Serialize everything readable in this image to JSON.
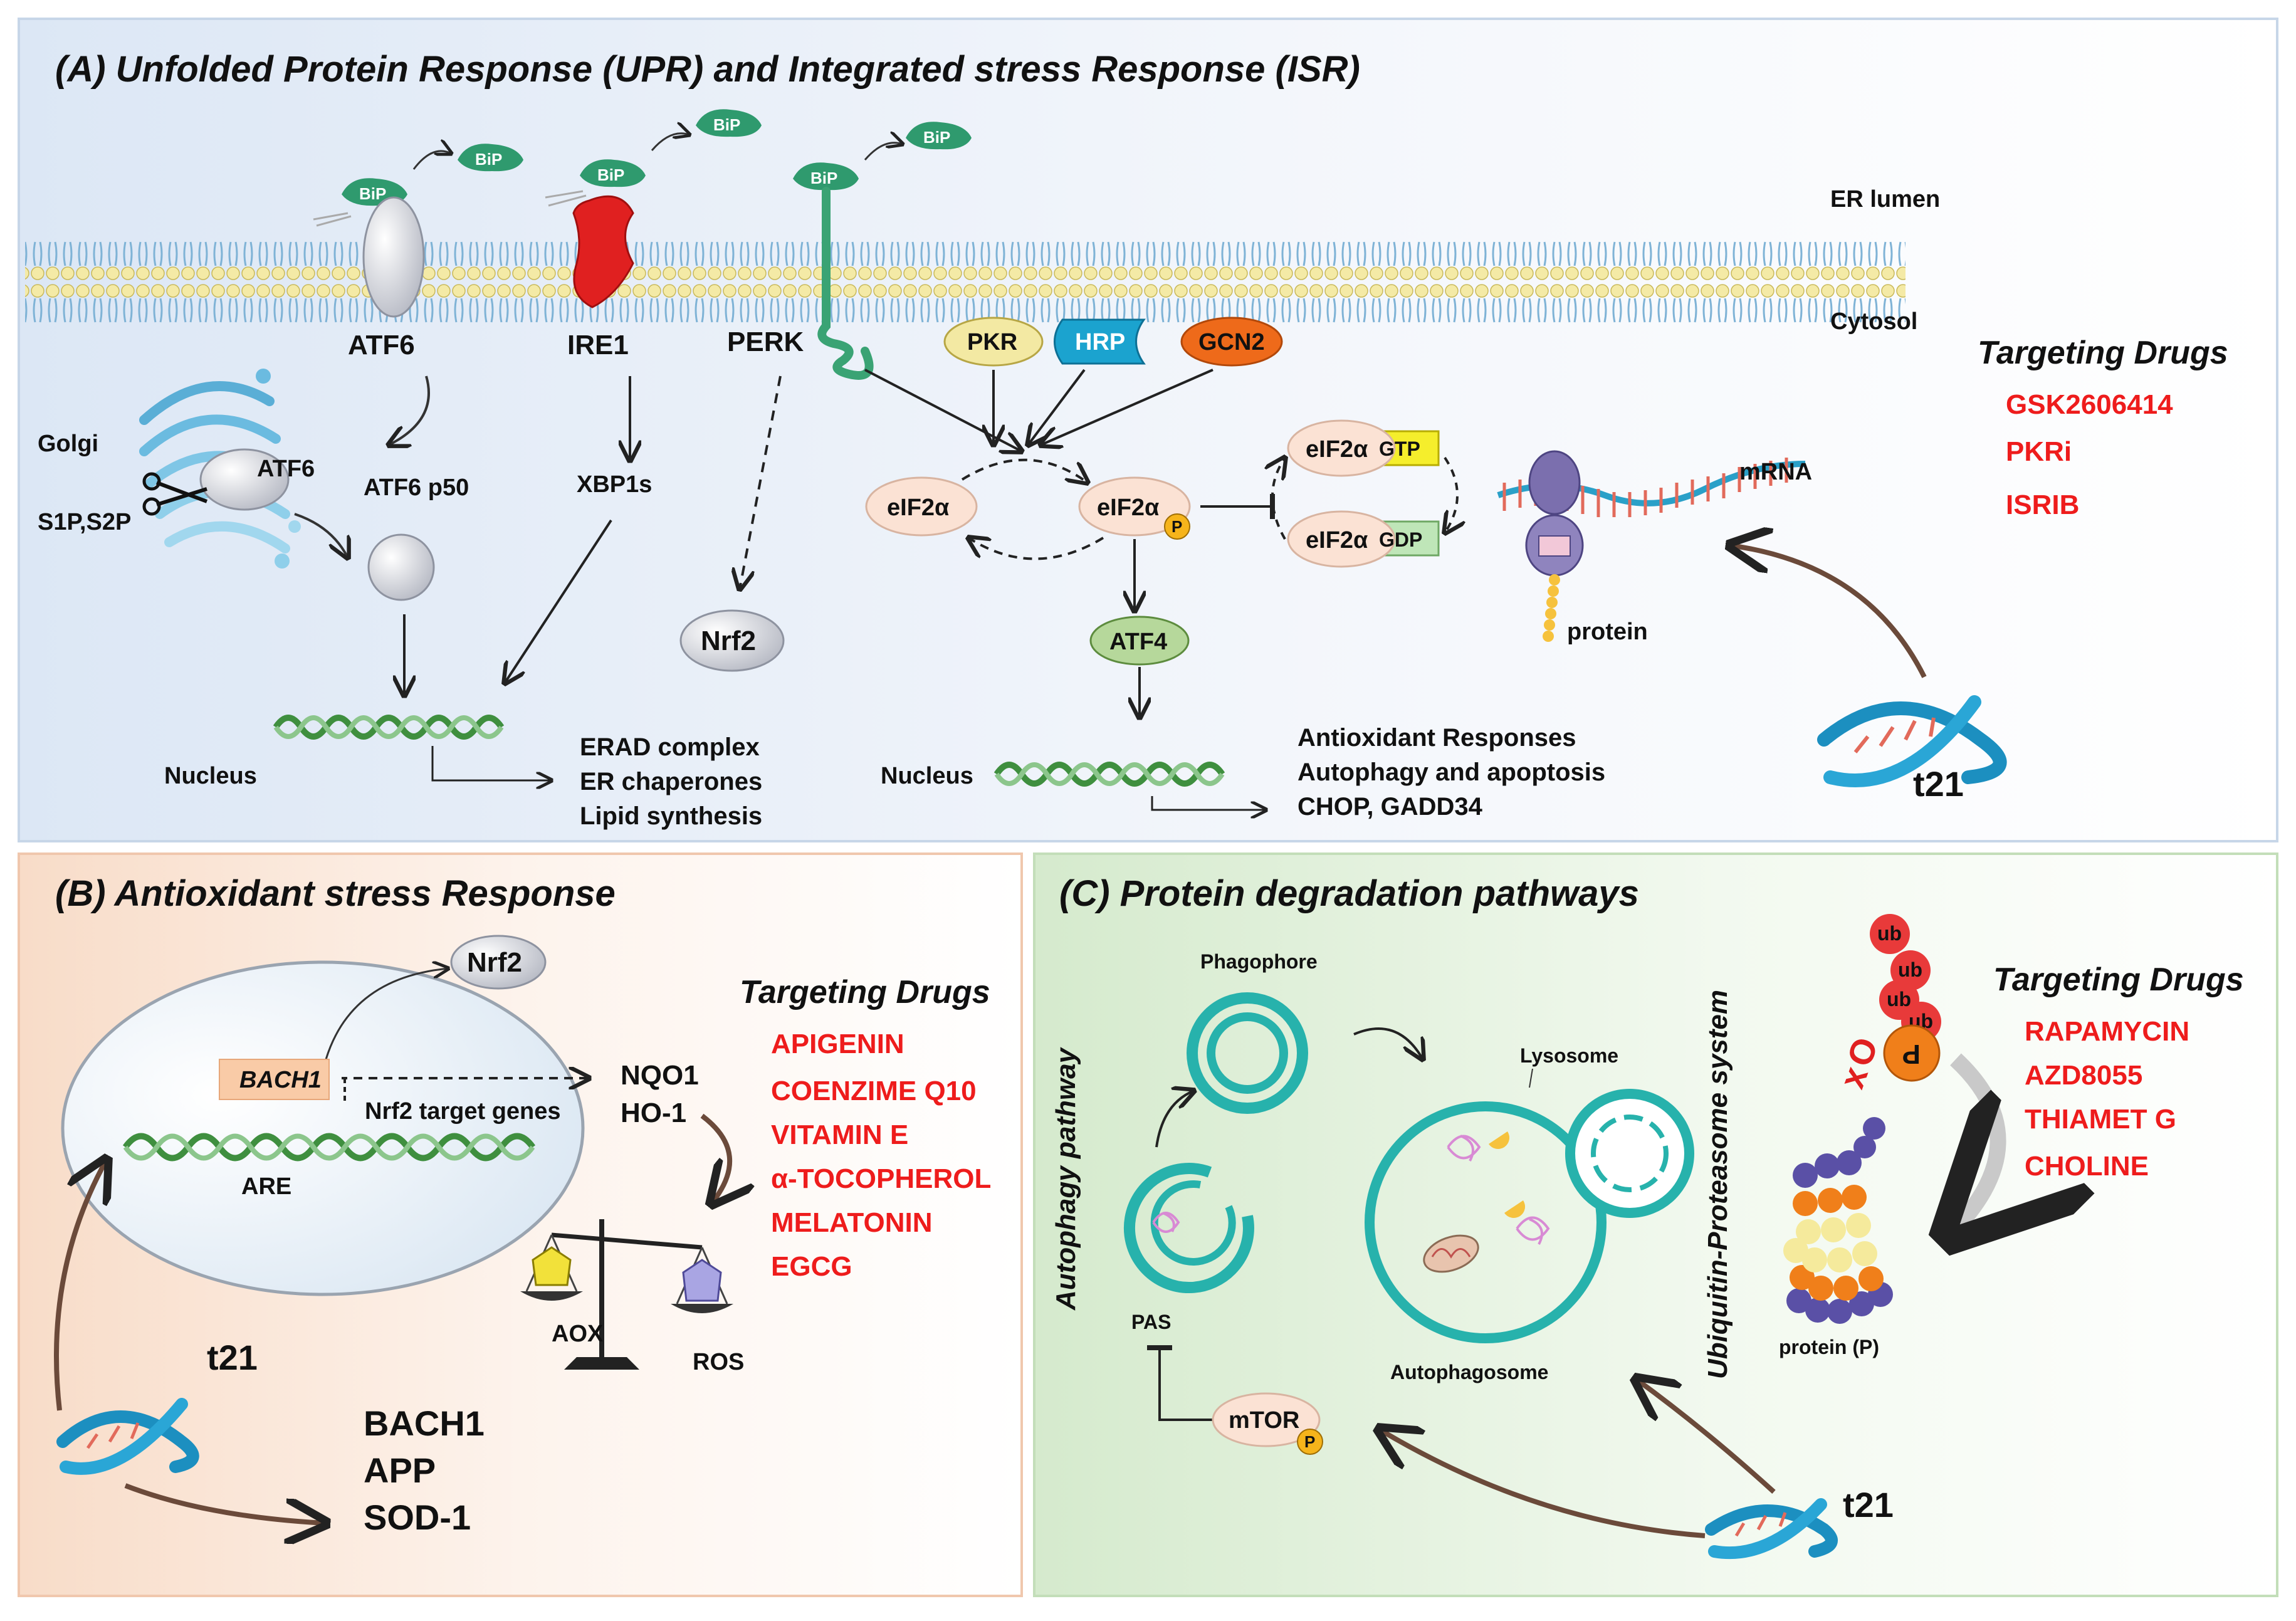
{
  "panelA": {
    "title": "(A) Unfolded Protein Response (UPR) and Integrated stress Response (ISR)",
    "er_lumen": "ER lumen",
    "cytosol": "Cytosol",
    "bip": "BiP",
    "atf6": "ATF6",
    "ire1": "IRE1",
    "perk": "PERK",
    "golgi": "Golgi",
    "s1p_s2p": "S1P,S2P",
    "atf6_golgi": "ATF6",
    "atf6_p50": "ATF6 p50",
    "xbp1s": "XBP1s",
    "nrf2": "Nrf2",
    "pkr": "PKR",
    "hrp": "HRP",
    "gcn2": "GCN2",
    "eif2a": "eIF2α",
    "eif2a_p": "eIF2α",
    "p": "P",
    "eif2a_gtp": "eIF2α",
    "gtp": "GTP",
    "eif2a_gdp": "eIF2α",
    "gdp": "GDP",
    "atf4": "ATF4",
    "mrna": "mRNA",
    "protein": "protein",
    "nucleus1": "Nucleus",
    "nucleus2": "Nucleus",
    "outputs1": [
      "ERAD complex",
      "ER chaperones",
      "Lipid synthesis"
    ],
    "outputs2": [
      "Antioxidant Responses",
      "Autophagy and apoptosis",
      "CHOP, GADD34"
    ],
    "t21": "t21",
    "drugs_title": "Targeting Drugs",
    "drugs": [
      "GSK2606414",
      "PKRi",
      "ISRIB"
    ]
  },
  "panelB": {
    "title": "(B) Antioxidant stress Response",
    "nrf2": "Nrf2",
    "bach1_box": "BACH1",
    "target_genes": "Nrf2 target genes",
    "are": "ARE",
    "nqo1": "NQO1",
    "ho1": "HO-1",
    "aox": "AOX",
    "ros": "ROS",
    "t21": "t21",
    "genes": [
      "BACH1",
      "APP",
      "SOD-1"
    ],
    "drugs_title": "Targeting Drugs",
    "drugs": [
      "APIGENIN",
      "COENZIME Q10",
      "VITAMIN E",
      "α-TOCOPHEROL",
      "MELATONIN",
      "EGCG"
    ]
  },
  "panelC": {
    "title": "(C) Protein degradation pathways",
    "phagophore": "Phagophore",
    "lysosome": "Lysosome",
    "autophagosome": "Autophagosome",
    "pas": "PAS",
    "mtor": "mTOR",
    "p": "P",
    "autophagy_pathway": "Autophagy pathway",
    "ups": "Ubiquitin-Proteasome  system",
    "ub": "ub",
    "p_protein": "P",
    "x": "x",
    "o": "O",
    "protein_p": "protein (P)",
    "t21": "t21",
    "drugs_title": "Targeting Drugs",
    "drugs": [
      "RAPAMYCIN",
      "AZD8055",
      "THIAMET G",
      "CHOLINE"
    ]
  },
  "colors": {
    "drug_red": "#ee1c1c",
    "bip_green": "#2f9a6e",
    "ire1_red": "#e02020",
    "teal": "#27b2ac",
    "panelA_bg": "#e6eef8",
    "panelB_bg": "#fbe9dc",
    "panelC_bg": "#e4f1df"
  }
}
